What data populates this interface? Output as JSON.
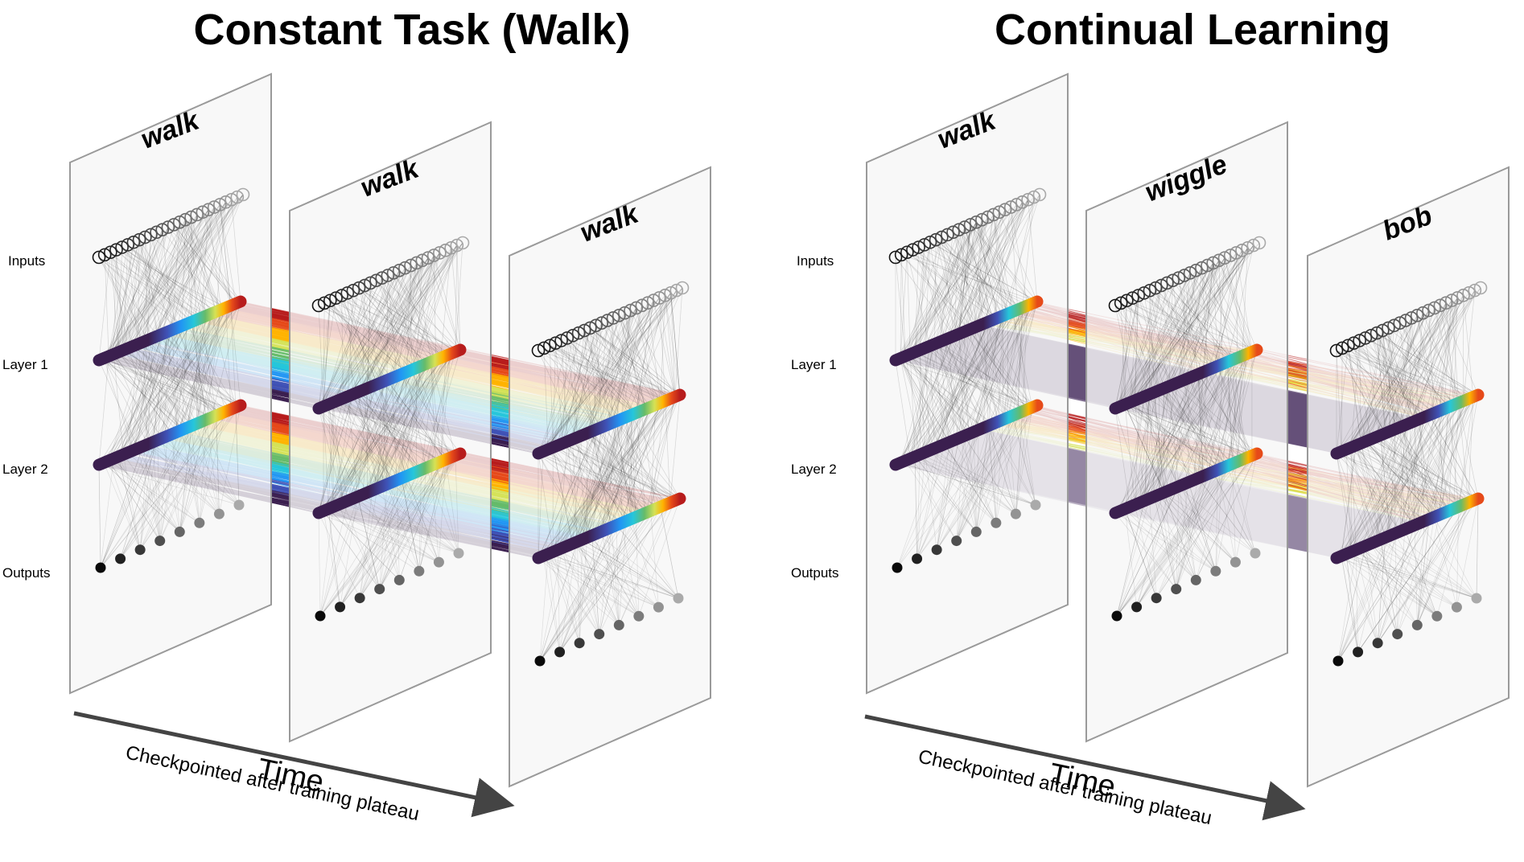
{
  "panels": [
    {
      "title": "Constant Task (Walk)",
      "layer_labels": [
        "Inputs",
        "Layer 1",
        "Layer 2",
        "Outputs"
      ],
      "checkpoints": [
        "walk",
        "walk",
        "walk"
      ],
      "time_label": "Time",
      "time_sublabel": "Checkpointed after training plateau",
      "cross_connection_style": "rainbow-dense"
    },
    {
      "title": "Continual Learning",
      "layer_labels": [
        "Inputs",
        "Layer 1",
        "Layer 2",
        "Outputs"
      ],
      "checkpoints": [
        "walk",
        "wiggle",
        "bob"
      ],
      "time_label": "Time",
      "time_sublabel": "Checkpointed after training plateau",
      "cross_connection_style": "sparse-with-purple-bands"
    }
  ],
  "colors": {
    "plane_fill": "#f7f7f7",
    "plane_stroke": "#9a9a9a",
    "arrow": "#444444",
    "layer_start": "#3b1f4f",
    "rainbow": [
      "#3b1f4f",
      "#3f51b5",
      "#2196f3",
      "#26c6da",
      "#66bb6a",
      "#d4e157",
      "#ffb300",
      "#e64a19",
      "#b71c1c"
    ],
    "purple_band": "#5b4470"
  }
}
